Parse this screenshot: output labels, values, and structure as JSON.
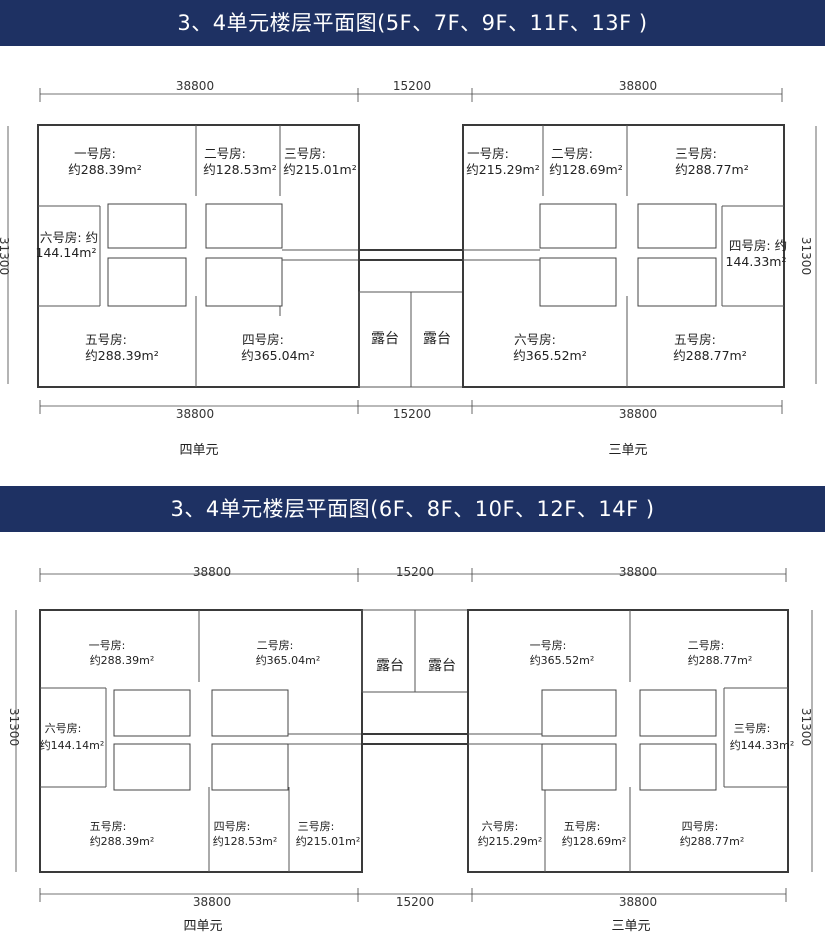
{
  "plan_top": {
    "title": "3、4单元楼层平面图(5F、7F、9F、11F、13F )",
    "dims": {
      "left": "38800",
      "mid": "15200",
      "right": "38800",
      "height": "31300"
    },
    "rooms_left": [
      {
        "name": "一号房:",
        "area": "约288.39m²"
      },
      {
        "name": "二号房:",
        "area": "约128.53m²"
      },
      {
        "name": "三号房:",
        "area": "约215.01m²"
      },
      {
        "name": "六号房: 约",
        "area": "144.14m²"
      },
      {
        "name": "五号房:",
        "area": "约288.39m²"
      },
      {
        "name": "四号房:",
        "area": "约365.04m²"
      }
    ],
    "rooms_right": [
      {
        "name": "一号房:",
        "area": "约215.29m²"
      },
      {
        "name": "二号房:",
        "area": "约128.69m²"
      },
      {
        "name": "三号房:",
        "area": "约288.77m²"
      },
      {
        "name": "四号房: 约",
        "area": "144.33m²"
      },
      {
        "name": "六号房:",
        "area": "约365.52m²"
      },
      {
        "name": "五号房:",
        "area": "约288.77m²"
      }
    ],
    "terrace": [
      "露台",
      "露台"
    ],
    "unit_left": "四单元",
    "unit_right": "三单元"
  },
  "plan_bottom": {
    "title": "3、4单元楼层平面图(6F、8F、10F、12F、14F )",
    "dims": {
      "left": "38800",
      "mid": "15200",
      "right": "38800",
      "height": "31300"
    },
    "rooms_left": [
      {
        "name": "一号房:",
        "area": "约288.39m²"
      },
      {
        "name": "二号房:",
        "area": "约365.04m²"
      },
      {
        "name": "六号房:",
        "area": "约144.14m²"
      },
      {
        "name": "五号房:",
        "area": "约288.39m²"
      },
      {
        "name": "四号房:",
        "area": "约128.53m²"
      },
      {
        "name": "三号房:",
        "area": "约215.01m²"
      }
    ],
    "rooms_right": [
      {
        "name": "一号房:",
        "area": "约365.52m²"
      },
      {
        "name": "二号房:",
        "area": "约288.77m²"
      },
      {
        "name": "三号房:",
        "area": "约144.33m²"
      },
      {
        "name": "六号房:",
        "area": "约215.29m²"
      },
      {
        "name": "五号房:",
        "area": "约128.69m²"
      },
      {
        "name": "四号房:",
        "area": "约288.77m²"
      }
    ],
    "terrace": [
      "露台",
      "露台"
    ],
    "unit_left": "四单元",
    "unit_right": "三单元"
  }
}
